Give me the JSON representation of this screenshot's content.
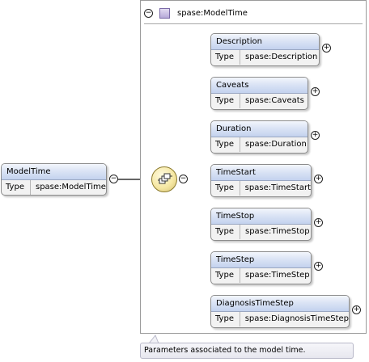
{
  "frame": {
    "title": "spase:ModelTime"
  },
  "root": {
    "name": "ModelTime",
    "type_label": "Type",
    "type_value": "spase:ModelTime"
  },
  "children": [
    {
      "name": "Description",
      "type_label": "Type",
      "type_value": "spase:Description"
    },
    {
      "name": "Caveats",
      "type_label": "Type",
      "type_value": "spase:Caveats"
    },
    {
      "name": "Duration",
      "type_label": "Type",
      "type_value": "spase:Duration"
    },
    {
      "name": "TimeStart",
      "type_label": "Type",
      "type_value": "spase:TimeStart"
    },
    {
      "name": "TimeStop",
      "type_label": "Type",
      "type_value": "spase:TimeStop"
    },
    {
      "name": "TimeStep",
      "type_label": "Type",
      "type_value": "spase:TimeStep"
    },
    {
      "name": "DiagnosisTimeStep",
      "type_label": "Type",
      "type_value": "spase:DiagnosisTimeStep"
    }
  ],
  "annotation": "Parameters associated to the model time.",
  "icons": {
    "collapse": "minus",
    "expand": "plus",
    "compositor": "sequence-icon"
  },
  "colors": {
    "header_gradient": "#c3d2ee",
    "compositor_fill": "#f6e8a5"
  }
}
